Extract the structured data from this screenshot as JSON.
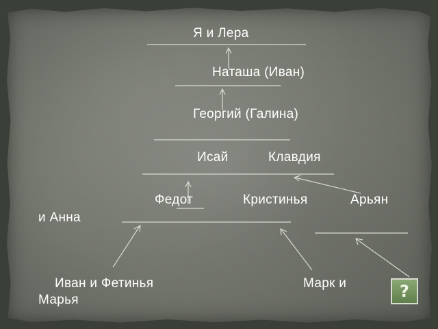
{
  "lines": {
    "l1": "Я и Лера",
    "l2": "Наташа (Иван)",
    "l3": "Георгий (Галина)",
    "l4a": "Исай",
    "l4b": "Клавдия",
    "l5a": "Федот",
    "l5b": "Кристинья",
    "l5c": "Арьян",
    "l5d": "и Анна",
    "l6a": "Иван и Фетинья",
    "l6b": "Марк и",
    "l6c": "Марья"
  },
  "nav": {
    "icon": "question-mark-icon",
    "glyph": "?"
  },
  "colors": {
    "text": "#ffffff",
    "lines": "#d8dbd2",
    "paper": "#7a7d74",
    "background": "#3a3f38"
  }
}
